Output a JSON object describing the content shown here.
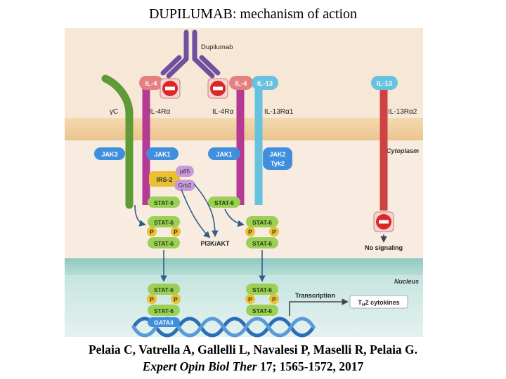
{
  "title": "DUPILUMAB: mechanism of action",
  "figure": {
    "antibody": "Dupilumab",
    "ligands": {
      "il4_a": "IL-4",
      "il4_b": "IL-4",
      "il13_a": "IL-13",
      "il13_b": "IL-13"
    },
    "receptors": {
      "gc": "γC",
      "il4ra_a": "IL-4Rα",
      "il4ra_b": "IL-4Rα",
      "il13ra1": "IL-13Rα1",
      "il13ra2": "IL-13Rα2"
    },
    "compartments": {
      "cytoplasm": "Cytoplasm",
      "nucleus": "Nucleus"
    },
    "kinases": {
      "jak3": "JAK3",
      "jak1_a": "JAK1",
      "jak1_b": "JAK1",
      "jak2": "JAK2",
      "tyk2": "Tyk2"
    },
    "adaptors": {
      "irs2": "IRS-2",
      "p85": "p85",
      "grb2": "Grb2"
    },
    "stat6": "STAT-6",
    "phospho": "P",
    "pi3k": "PI3K/AKT",
    "no_signaling": "No signaling",
    "gata3": "GATA3",
    "transcription": "Transcription",
    "th2_main": "T",
    "th2_sub": "H",
    "th2_rest": "2 cytokines"
  },
  "colors": {
    "outer_bg": "#f6e5d2",
    "membrane": "#f2d3a6",
    "nuclear_membrane": "#9dd0c8",
    "nucleoplasm": "#d3ebe7",
    "il4": "#e58080",
    "il4ra": "#b43a94",
    "gc": "#5e9a36",
    "il13": "#66c2df",
    "il13ra2": "#cf4242",
    "jak": "#3f8fdc",
    "stat6": "#9ccf55",
    "phospho": "#e9c030",
    "dna": "#2a6eb8",
    "antibody": "#6f4f9e"
  },
  "citation": {
    "line1": "Pelaia C, Vatrella A, Gallelli L, Navalesi P, Maselli R, Pelaia G.",
    "journal": "Expert Opin Biol Ther",
    "details": " 17; 1565-1572, 2017"
  }
}
